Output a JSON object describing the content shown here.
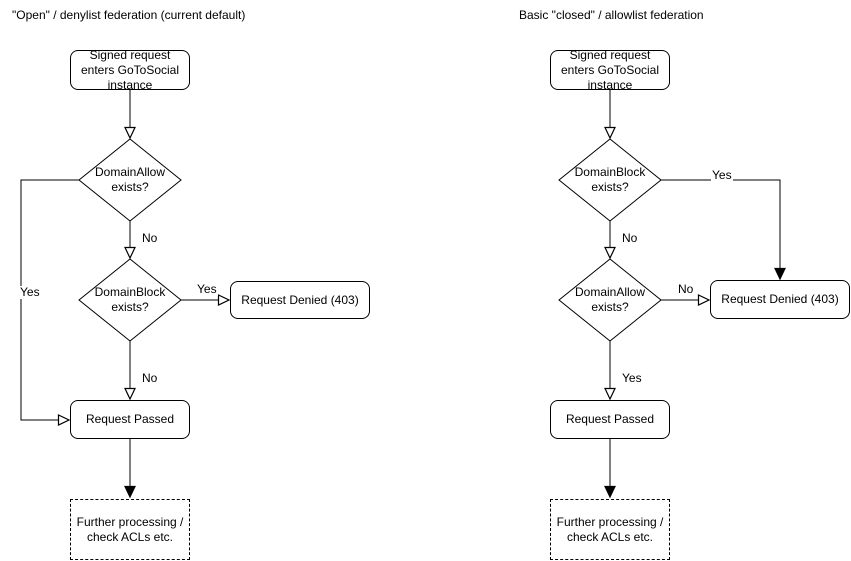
{
  "diagram": {
    "colors": {
      "stroke": "#000000",
      "node_fill": "#ffffff",
      "text": "#000000"
    },
    "left": {
      "title": "\"Open\" / denylist federation (current default)",
      "start": "Signed request enters GoToSocial instance",
      "decision1": "DomainAllow exists?",
      "decision2": "DomainBlock exists?",
      "denied": "Request Denied (403)",
      "passed": "Request Passed",
      "further": "Further processing / check ACLs etc.",
      "edges": {
        "d1_no": "No",
        "d1_yes": "Yes",
        "d2_yes": "Yes",
        "d2_no": "No"
      }
    },
    "right": {
      "title": "Basic \"closed\" / allowlist federation",
      "start": "Signed request enters GoToSocial instance",
      "decision1": "DomainBlock exists?",
      "decision2": "DomainAllow exists?",
      "denied": "Request Denied (403)",
      "passed": "Request Passed",
      "further": "Further processing / check ACLs etc.",
      "edges": {
        "d1_yes": "Yes",
        "d1_no": "No",
        "d2_no": "No",
        "d2_yes": "Yes"
      }
    }
  }
}
